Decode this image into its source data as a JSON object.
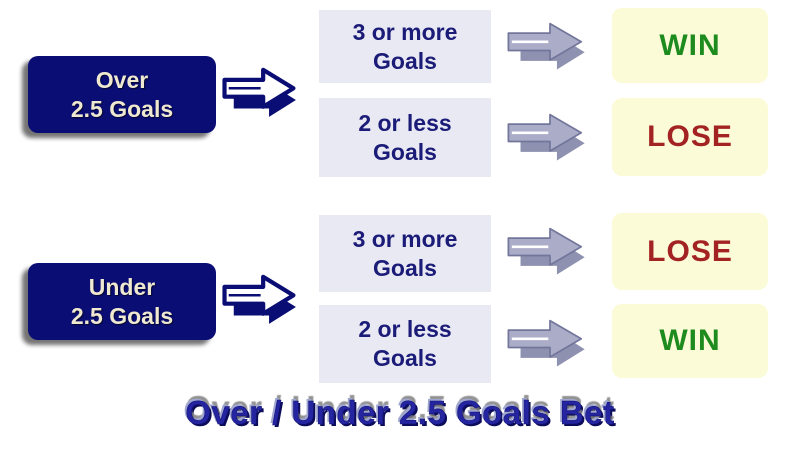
{
  "title": {
    "text": "Over / Under 2.5 Goals Bet"
  },
  "colors": {
    "background": "#ffffff",
    "bet_box_bg": "#0a0d74",
    "bet_box_text": "#efe9d1",
    "outcome_box_bg": "#e9e9f4",
    "outcome_box_text": "#1b1b78",
    "result_box_bg": "#fbfbd8",
    "win_text": "#1e8b1e",
    "lose_text": "#a32222",
    "arrow_navy": "#0a0d74",
    "arrow_gray_fill": "#abadc8",
    "arrow_gray_back": "#8e91af",
    "arrow_gray_outline": "#73769b",
    "title_text": "#2525a2"
  },
  "icons": {
    "bet_to_outcome": "double-right-arrow-icon",
    "outcome_to_result": "right-arrow-icon"
  },
  "flow": {
    "groups": [
      {
        "bet": {
          "line1": "Over",
          "line2": "2.5 Goals"
        },
        "branches": [
          {
            "goals_line1": "3 or more",
            "goals_line2": "Goals",
            "result": "WIN",
            "result_color": "#1e8b1e"
          },
          {
            "goals_line1": "2 or less",
            "goals_line2": "Goals",
            "result": "LOSE",
            "result_color": "#a32222"
          }
        ]
      },
      {
        "bet": {
          "line1": "Under",
          "line2": "2.5 Goals"
        },
        "branches": [
          {
            "goals_line1": "3 or more",
            "goals_line2": "Goals",
            "result": "LOSE",
            "result_color": "#a32222"
          },
          {
            "goals_line1": "2 or less",
            "goals_line2": "Goals",
            "result": "WIN",
            "result_color": "#1e8b1e"
          }
        ]
      }
    ]
  }
}
